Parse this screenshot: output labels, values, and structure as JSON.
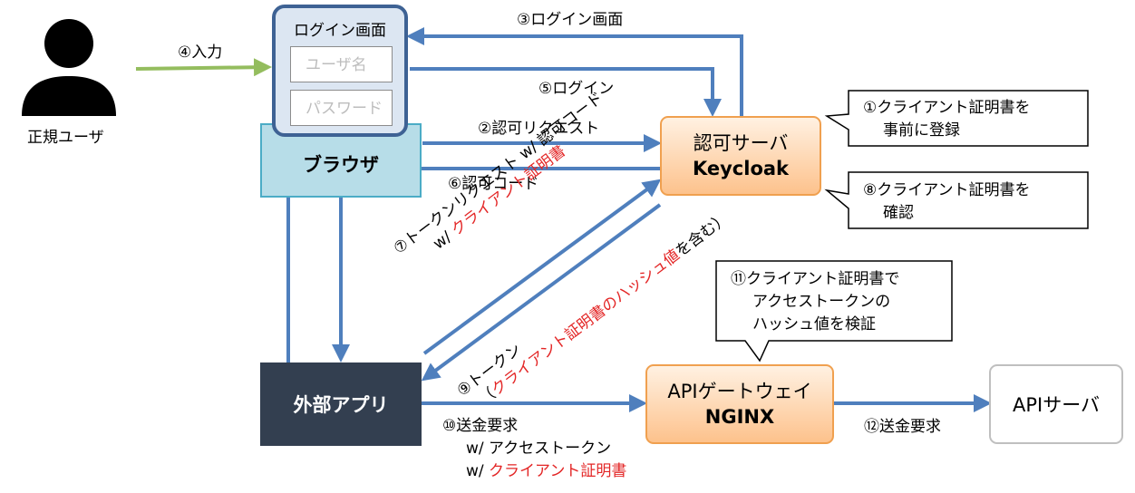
{
  "user": {
    "label": "正規ユーザ"
  },
  "login_screen": {
    "title": "ログイン画面",
    "username_placeholder": "ユーザ名",
    "password_placeholder": "パスワード"
  },
  "browser": {
    "label": "ブラウザ"
  },
  "auth_server": {
    "line1": "認可サーバ",
    "line2": "Keycloak"
  },
  "external_app": {
    "label": "外部アプリ"
  },
  "api_gateway": {
    "line1": "APIゲートウェイ",
    "line2": "NGINX"
  },
  "api_server": {
    "label": "APIサーバ"
  },
  "callouts": {
    "c1": {
      "line1": "①クライアント証明書を",
      "line2": "事前に登録"
    },
    "c8": {
      "line1": "⑧クライアント証明書を",
      "line2": "確認"
    },
    "c11": {
      "line1": "⑪クライアント証明書で",
      "line2": "アクセストークンの",
      "line3": "ハッシュ値を検証"
    }
  },
  "steps": {
    "s2": "②認可リクエスト",
    "s3": "③ログイン画面",
    "s4": "④入力",
    "s5": "⑤ログイン",
    "s6": "⑥認可コード",
    "s7_line1": "⑦トークンリクエスト w/ 認可コード",
    "s7_line2_prefix": "w/ ",
    "s7_line2_red": "クライアント証明書",
    "s9_line1": "⑨トークン",
    "s9_line2_open": "（",
    "s9_line2_red": "クライアント証明書のハッシュ値",
    "s9_line2_close": "を含む）",
    "s10_title": "⑩送金要求",
    "s10_sub1": "w/ アクセストークン",
    "s10_sub2_prefix": "w/ ",
    "s10_sub2_red": "クライアント証明書",
    "s12": "⑫送金要求"
  },
  "colors": {
    "arrow_blue": "#4f7fbd",
    "arrow_green": "#94bd5e",
    "browser_fill": "#b7dde8",
    "login_fill": "#dce6f2",
    "app_fill": "#333f50",
    "orange_border": "#f0a04f",
    "red_text": "#e32626"
  },
  "icons": {
    "user": "person-silhouette-icon"
  }
}
